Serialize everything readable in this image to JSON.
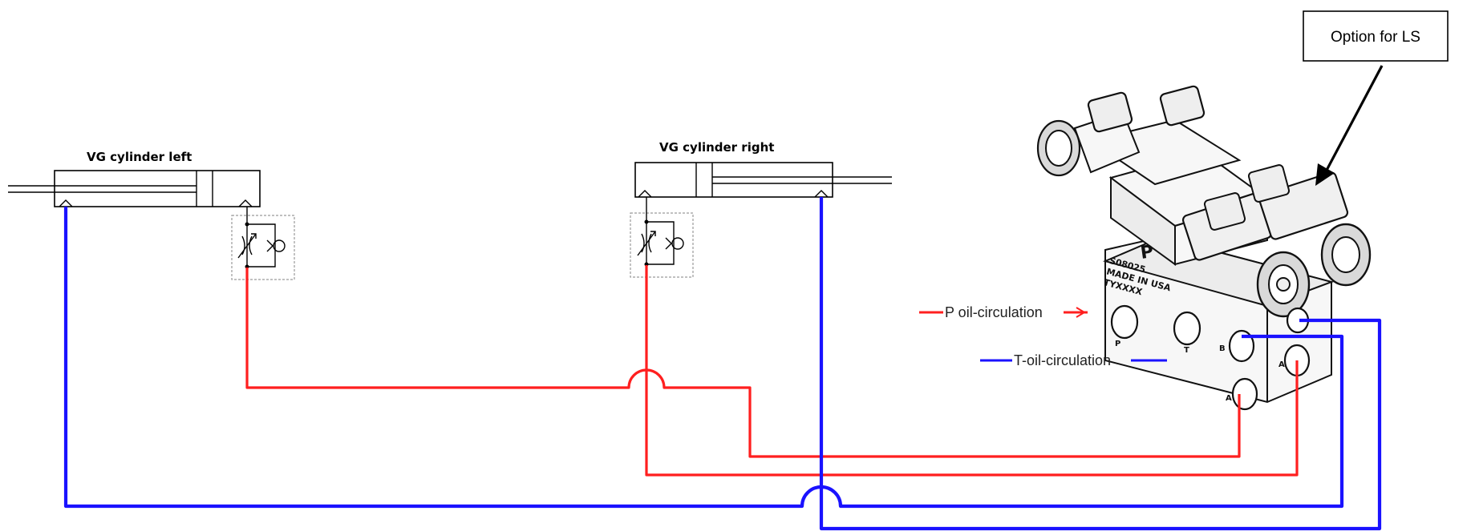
{
  "labels": {
    "cylinder_left": "VG cylinder left",
    "cylinder_right": "VG cylinder right",
    "option_ls": "Option for LS",
    "p_circulation": "P oil-circulation",
    "t_circulation": "T-oil-circulation"
  },
  "valve_block": {
    "main_letter": "P",
    "port_p": "P",
    "port_t": "T",
    "port_a1": "A",
    "port_a2": "A",
    "port_b": "B",
    "stamp_line1": "S08025",
    "stamp_line2": "MADE IN USA",
    "stamp_line3": "TYXXXX"
  },
  "colors": {
    "pressure_line": "#ff1f1f",
    "tank_line": "#1a12ff",
    "pointer_arrow": "#000000"
  }
}
